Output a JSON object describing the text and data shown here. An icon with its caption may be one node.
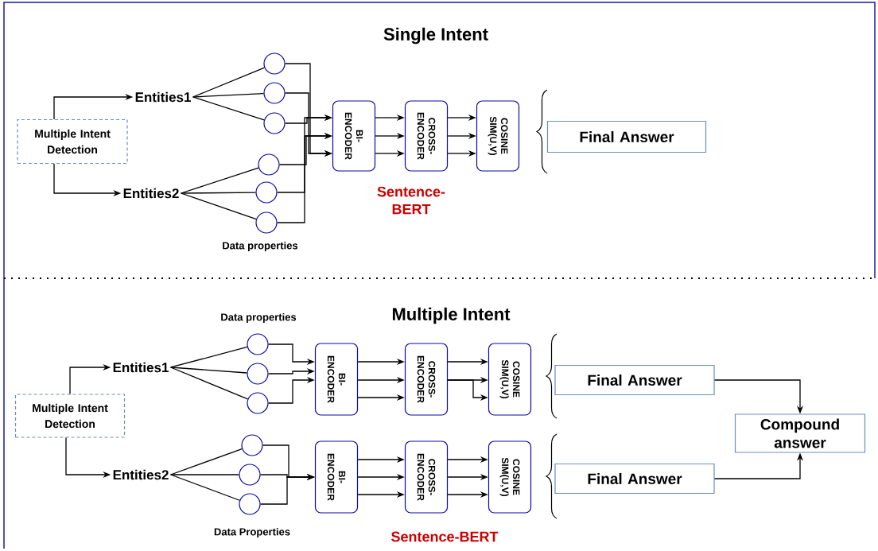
{
  "diagram": {
    "nodes": [
      {
        "text": [
          "Multiple Intent Detection"
        ]
      },
      {
        "text": [
          "Entities1"
        ]
      },
      {
        "text": [
          "Entities2"
        ]
      },
      {
        "text": [],
        "shape": "circle"
      },
      {
        "text": [],
        "shape": "circle"
      },
      {
        "text": [],
        "shape": "circle"
      },
      {
        "text": [],
        "shape": "circle"
      },
      {
        "text": [],
        "shape": "circle"
      },
      {
        "text": [],
        "shape": "circle"
      },
      {
        "text": [
          "BI-ENCODER"
        ]
      },
      {
        "text": [
          "CROSS-ENCODER"
        ]
      },
      {
        "text": [
          "COSINE SIM(U,V)"
        ]
      },
      {
        "text": [
          "Final Answer"
        ]
      },
      {
        "text": [
          "Multiple Intent Detection"
        ]
      },
      {
        "text": [
          "Entities1"
        ]
      },
      {
        "text": [
          "Entities2"
        ]
      },
      {
        "text": [],
        "shape": "circle"
      },
      {
        "text": [],
        "shape": "circle"
      },
      {
        "text": [],
        "shape": "circle"
      },
      {
        "text": [],
        "shape": "circle"
      },
      {
        "text": [],
        "shape": "circle"
      },
      {
        "text": [],
        "shape": "circle"
      },
      {
        "text": [
          "BI-ENCODER"
        ]
      },
      {
        "text": [
          "CROSS-ENCODER"
        ]
      },
      {
        "text": [
          "COSINE SIM(U,V)"
        ]
      },
      {
        "text": [
          "BI-ENCODER"
        ]
      },
      {
        "text": [
          "CROSS-ENCODER"
        ]
      },
      {
        "text": [
          "COSINE SIM(U,V)"
        ]
      },
      {
        "text": [
          "Final Answer"
        ]
      },
      {
        "text": [
          "Final Answer"
        ]
      },
      {
        "text": [
          "Compound answer"
        ]
      }
    ],
    "edges": [
      {
        "from": 0,
        "to": 1,
        "arrow": "to"
      },
      {
        "from": 0,
        "to": 2,
        "arrow": "to"
      },
      {
        "from": 1,
        "to": 3,
        "arrow": "none"
      },
      {
        "from": 1,
        "to": 4,
        "arrow": "none"
      },
      {
        "from": 1,
        "to": 5,
        "arrow": "none"
      },
      {
        "from": 2,
        "to": 6,
        "arrow": "none"
      },
      {
        "from": 2,
        "to": 7,
        "arrow": "none"
      },
      {
        "from": 2,
        "to": 8,
        "arrow": "none"
      },
      {
        "from": 3,
        "to": 9,
        "arrow": "to"
      },
      {
        "from": 4,
        "to": 9,
        "arrow": "to"
      },
      {
        "from": 5,
        "to": 9,
        "arrow": "to"
      },
      {
        "from": 6,
        "to": 9,
        "arrow": "to"
      },
      {
        "from": 7,
        "to": 9,
        "arrow": "to"
      },
      {
        "from": 8,
        "to": 9,
        "arrow": "to"
      },
      {
        "from": 9,
        "to": 10,
        "arrow": "to"
      },
      {
        "from": 9,
        "to": 10,
        "arrow": "to"
      },
      {
        "from": 9,
        "to": 10,
        "arrow": "to"
      },
      {
        "from": 10,
        "to": 11,
        "arrow": "to"
      },
      {
        "from": 10,
        "to": 11,
        "arrow": "to"
      },
      {
        "from": 10,
        "to": 11,
        "arrow": "to"
      },
      {
        "from": 13,
        "to": 14,
        "arrow": "to"
      },
      {
        "from": 13,
        "to": 15,
        "arrow": "to"
      },
      {
        "from": 14,
        "to": 16,
        "arrow": "none"
      },
      {
        "from": 14,
        "to": 17,
        "arrow": "none"
      },
      {
        "from": 14,
        "to": 18,
        "arrow": "none"
      },
      {
        "from": 15,
        "to": 19,
        "arrow": "none"
      },
      {
        "from": 15,
        "to": 20,
        "arrow": "none"
      },
      {
        "from": 15,
        "to": 21,
        "arrow": "none"
      },
      {
        "from": 16,
        "to": 22,
        "arrow": "to"
      },
      {
        "from": 17,
        "to": 22,
        "arrow": "to"
      },
      {
        "from": 18,
        "to": 22,
        "arrow": "to"
      },
      {
        "from": 19,
        "to": 25,
        "arrow": "to"
      },
      {
        "from": 20,
        "to": 25,
        "arrow": "to"
      },
      {
        "from": 21,
        "to": 25,
        "arrow": "to"
      },
      {
        "from": 22,
        "to": 23,
        "arrow": "to"
      },
      {
        "from": 22,
        "to": 23,
        "arrow": "to"
      },
      {
        "from": 22,
        "to": 23,
        "arrow": "to"
      },
      {
        "from": 23,
        "to": 24,
        "arrow": "to"
      },
      {
        "from": 23,
        "to": 24,
        "arrow": "to"
      },
      {
        "from": 23,
        "to": 24,
        "arrow": "to"
      },
      {
        "from": 25,
        "to": 26,
        "arrow": "to"
      },
      {
        "from": 25,
        "to": 26,
        "arrow": "to"
      },
      {
        "from": 25,
        "to": 26,
        "arrow": "to"
      },
      {
        "from": 26,
        "to": 27,
        "arrow": "to"
      },
      {
        "from": 26,
        "to": 27,
        "arrow": "to"
      },
      {
        "from": 26,
        "to": 27,
        "arrow": "to"
      },
      {
        "from": 28,
        "to": 30,
        "arrow": "to"
      },
      {
        "from": 29,
        "to": 30,
        "arrow": "to"
      }
    ],
    "labels": [
      "Single Intent",
      "Data properties",
      "Sentence-BERT",
      "Multiple Intent",
      "Data properties",
      "Data Properties",
      "Sentence-BERT"
    ]
  }
}
